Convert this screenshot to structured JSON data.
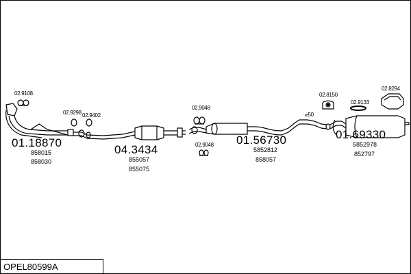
{
  "title": "OPEL80599A",
  "groups": {
    "front": {
      "code": "01.18870",
      "refs": [
        "858015",
        "858030"
      ]
    },
    "cat": {
      "code": "04.3434",
      "refs": [
        "855057",
        "855075"
      ]
    },
    "middle": {
      "code": "01.56730",
      "refs": [
        "5852812",
        "858057"
      ]
    },
    "rear": {
      "code": "01.69330",
      "refs": [
        "5852978",
        "852797"
      ]
    }
  },
  "accessories": {
    "a1": "02.9108",
    "a2": "02.9298",
    "a3": "02.9402",
    "a4": "02.9048",
    "a5": "02.9048",
    "a6": "02.8150",
    "a7": "02.9133",
    "a8": "02.8294"
  },
  "pipe_diameter": "⌀50"
}
